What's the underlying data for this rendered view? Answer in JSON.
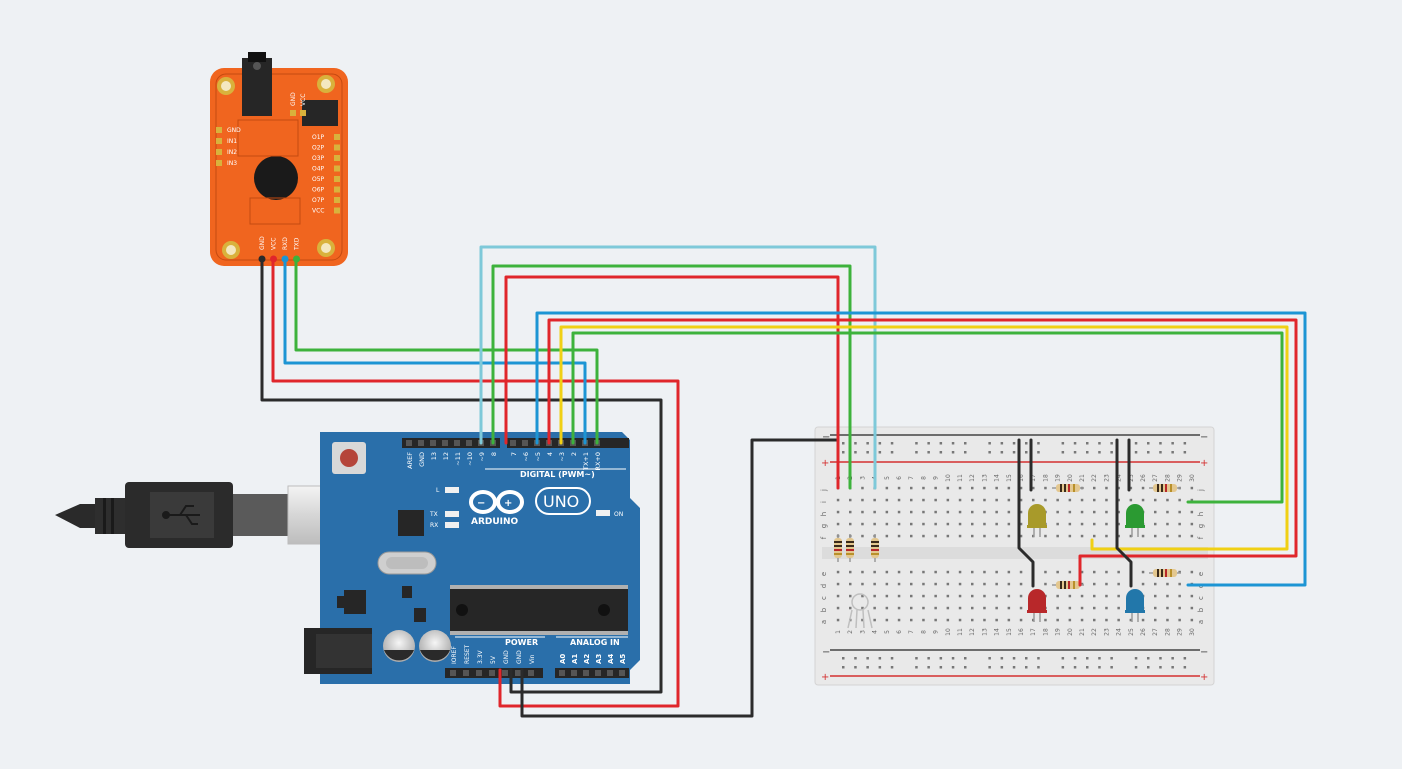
{
  "colors": {
    "background": "#eef1f4",
    "arduino_board": "#2a6faa",
    "arduino_dark": "#1f5788",
    "module_board": "#f0651f",
    "module_dark": "#c44a10",
    "breadboard": "#e9e9e9",
    "rail_red": "#d43030",
    "rail_dark": "#444444",
    "wire_black": "#2b2b2b",
    "wire_red": "#e0262b",
    "wire_green": "#3db23c",
    "wire_blue": "#1d95d4",
    "wire_cyan": "#7ec9d9",
    "wire_yellow": "#f0d014",
    "led_yellow": "#a89a2a",
    "led_green": "#2b9a32",
    "led_red": "#b8282a",
    "led_blue": "#2277aa"
  },
  "arduino": {
    "brand": "ARDUINO",
    "model": "UNO",
    "digital_label": "DIGITAL (PWM~)",
    "power_label": "POWER",
    "analog_label": "ANALOG IN",
    "led_l": "L",
    "led_tx": "TX",
    "led_rx": "RX",
    "led_on": "ON",
    "digital_pins": [
      "AREF",
      "GND",
      "13",
      "12",
      "~11",
      "~10",
      "~9",
      "8",
      "7",
      "~6",
      "~5",
      "4",
      "~3",
      "2",
      "TX+1",
      "RX+0"
    ],
    "power_pins": [
      "IOREF",
      "RESET",
      "3.3V",
      "5V",
      "GND",
      "GND",
      "Vin"
    ],
    "analog_pins": [
      "A0",
      "A1",
      "A2",
      "A3",
      "A4",
      "A5"
    ]
  },
  "voice_module": {
    "top_pins": [
      "GND",
      "VCC"
    ],
    "left_pins": [
      "GND",
      "IN1",
      "IN2",
      "IN3"
    ],
    "right_pins": [
      "O1P",
      "O2P",
      "O3P",
      "O4P",
      "O5P",
      "O6P",
      "O7P",
      "VCC"
    ],
    "bottom_pins": [
      "GND",
      "VCC",
      "RXD",
      "TXD"
    ]
  },
  "breadboard": {
    "columns": [
      "1",
      "2",
      "3",
      "4",
      "5",
      "6",
      "7",
      "8",
      "9",
      "10",
      "11",
      "12",
      "13",
      "14",
      "15",
      "16",
      "17",
      "18",
      "19",
      "20",
      "21",
      "22",
      "23",
      "24",
      "25",
      "26",
      "27",
      "28",
      "29",
      "30"
    ],
    "rows_top": [
      "j",
      "i",
      "h",
      "g",
      "f"
    ],
    "rows_bottom": [
      "e",
      "d",
      "c",
      "b",
      "a"
    ],
    "rail_plus": "+",
    "rail_minus": "−"
  },
  "leds": [
    {
      "name": "yellow",
      "color": "#a89a2a"
    },
    {
      "name": "green",
      "color": "#2b9a32"
    },
    {
      "name": "red",
      "color": "#b8282a"
    },
    {
      "name": "blue",
      "color": "#2277aa"
    }
  ]
}
